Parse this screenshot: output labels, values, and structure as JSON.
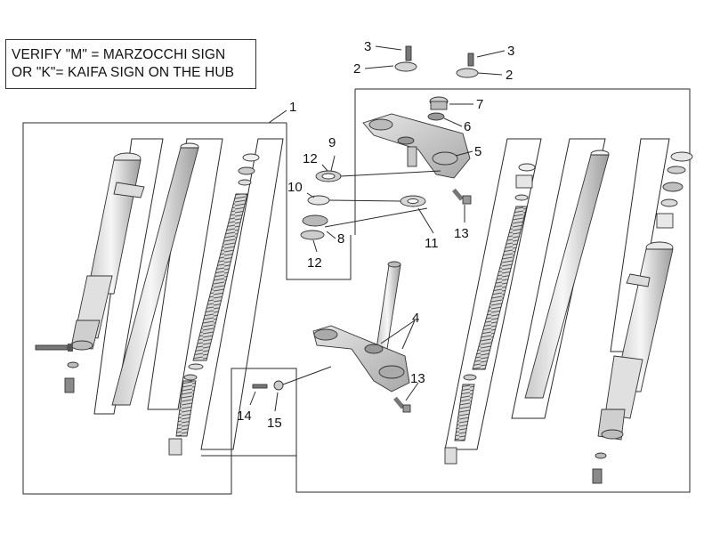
{
  "note": {
    "line1": "VERIFY \"M\" = MARZOCCHI SIGN",
    "line2": "OR \"K\"= KAIFA SIGN ON THE HUB"
  },
  "callouts": [
    "1",
    "2",
    "2",
    "3",
    "3",
    "4",
    "5",
    "6",
    "7",
    "8",
    "9",
    "10",
    "11",
    "12",
    "12",
    "13",
    "13",
    "14",
    "15"
  ],
  "colors": {
    "line": "#2a2a2a",
    "part_light": "#f2f2f2",
    "part_mid": "#cfcfcf",
    "part_dark": "#8a8a8a"
  }
}
